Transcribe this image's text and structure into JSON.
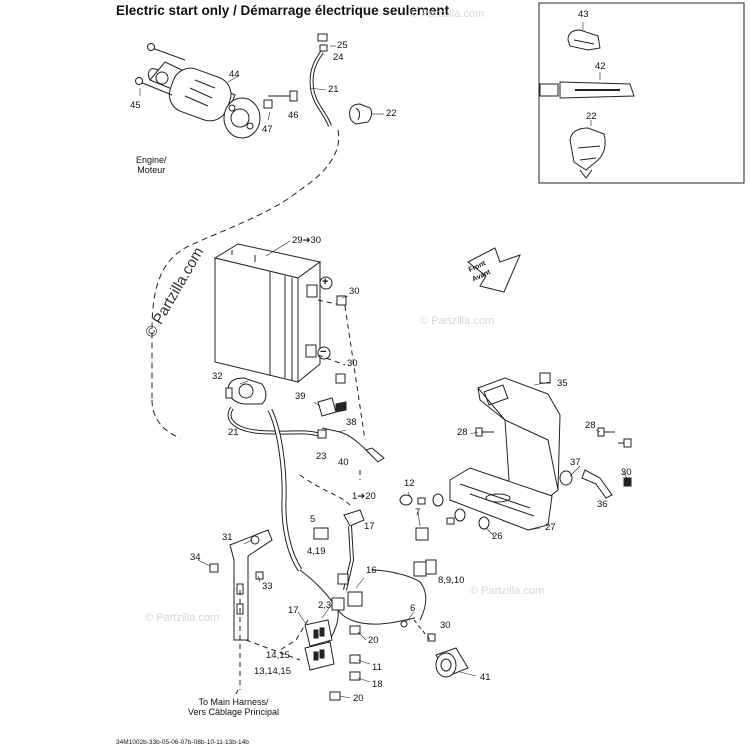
{
  "title": "Electric start only / Démarrage électrique seulement",
  "footer_code": "34M1002b-33b-05-06-07b-08b-10-11-13b-14b",
  "watermark": "© Partzilla.com",
  "front_sign": {
    "line1": "Front",
    "line2": "Avant"
  },
  "notes": {
    "engine_line1": "Engine/",
    "engine_line2": "Moteur",
    "harness_line1": "To Main Harness/",
    "harness_line2": "Vers Câblage Principal"
  },
  "polarity": {
    "plus": "+",
    "minus": "−"
  },
  "callouts": [
    "25",
    "24",
    "44",
    "21",
    "45",
    "47",
    "46",
    "22",
    "43",
    "42",
    "22",
    "29➔30",
    "30",
    "30",
    "32",
    "35",
    "39",
    "38",
    "21",
    "23",
    "40",
    "28",
    "28",
    "12",
    "37",
    "30",
    "1➔20",
    "36",
    "7",
    "5",
    "27",
    "17",
    "26",
    "31",
    "4,19",
    "34",
    "16",
    "8,9,10",
    "33",
    "17",
    "2,3",
    "6",
    "30",
    "20",
    "14,15",
    "13,14,15",
    "11",
    "18",
    "20",
    "41"
  ]
}
